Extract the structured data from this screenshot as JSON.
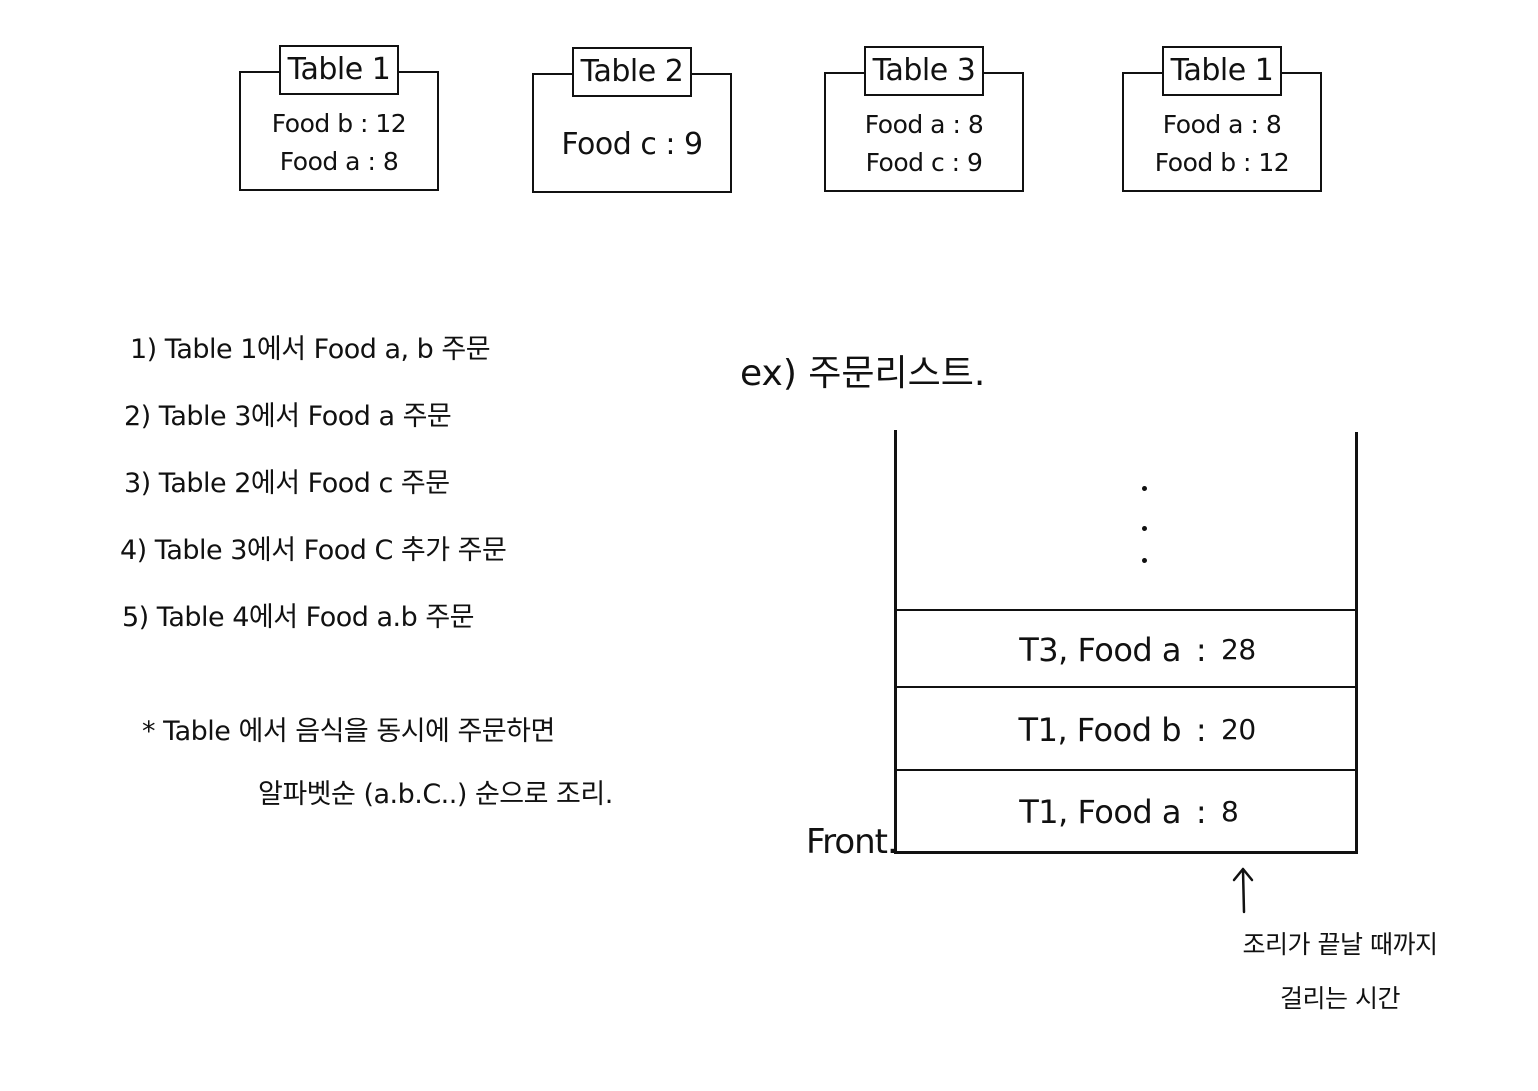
{
  "tables": [
    {
      "title": "Table 1",
      "orders": [
        "Food  b : 12",
        "Food  a : 8"
      ]
    },
    {
      "title": "Table 2",
      "orders": [
        "Food  c : 9"
      ]
    },
    {
      "title": "Table 3",
      "orders": [
        "Food a : 8",
        "Food c : 9"
      ]
    },
    {
      "title": "Table 1",
      "orders": [
        "Food a : 8",
        "Food b : 12"
      ]
    }
  ],
  "steps": [
    "1) Table 1에서 Food a, b 주문",
    "2) Table 3에서 Food a 주문",
    "3) Table 2에서 Food c 주문",
    "4) Table 3에서 Food C 추가 주문",
    "5) Table 4에서 Food a.b 주문"
  ],
  "note": {
    "line1": "* Table 에서 음식을 동시에 주문하면",
    "line2": "알파벳순 (a.b.C..) 순으로 조리."
  },
  "example": {
    "title": "ex) 주문리스트.",
    "queue": [
      {
        "label": "T3, Food a",
        "sep": ":",
        "time": "28"
      },
      {
        "label": "T1, Food b",
        "sep": ":",
        "time": "20"
      },
      {
        "label": "T1, Food a",
        "sep": ":",
        "time": "8"
      }
    ],
    "front_label": "Front.",
    "arrow_note": {
      "line1": "조리가 끝날 때까지",
      "line2": "걸리는 시간"
    }
  }
}
